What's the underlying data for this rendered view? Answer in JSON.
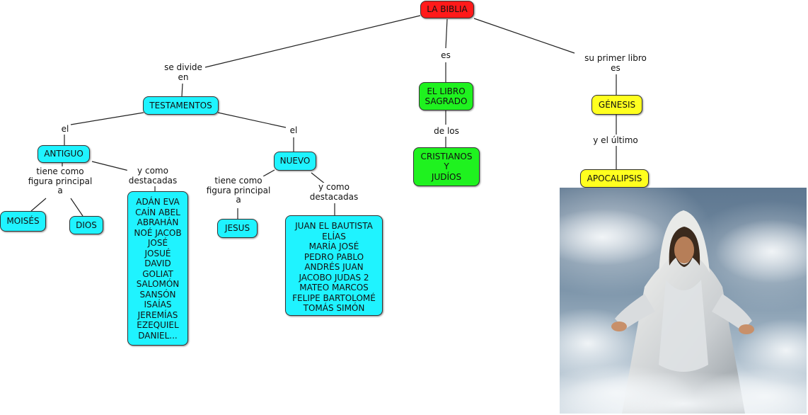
{
  "colors": {
    "red": "#ff1a1a",
    "cyan": "#1ff3ff",
    "green": "#1ff21f",
    "yellow": "#ffff1f",
    "line": "#222222"
  },
  "nodes": {
    "biblia": "LA BIBLIA",
    "testamentos": "TESTAMENTOS",
    "libro_sagrado": "EL LIBRO\nSAGRADO",
    "genesis": "GÉNESIS",
    "antiguo": "ANTIGUO",
    "nuevo": "NUEVO",
    "cristianos": "CRISTIANOS\nY\nJUDÍOS",
    "apocalipsis": "APOCALIPSIS",
    "moises": "MOISÉS",
    "dios": "DIOS",
    "jesus": "JESUS",
    "antiguo_list": "ADÁN EVA\nCAÍN ABEL\nABRAHÁN\nNOÉ JACOB\nJOSÉ\nJOSUÉ\nDAVID\nGOLIAT\nSALOMÓN\nSANSÓN\nISAÍAS\nJEREMÍAS\nEZEQUIEL\nDANIEL...",
    "nuevo_list": "JUAN EL BAUTISTA\nELÍAS\nMARÍA JOSÉ\nPEDRO PABLO\nANDRÉS JUAN\nJACOBO JUDAS 2\nMATEO MARCOS\nFELIPE BARTOLOMÉ\nTOMÁS SIMÓN"
  },
  "labels": {
    "se_divide": "se divide\nen",
    "es": "es",
    "primer_libro": "su primer libro\nes",
    "el_left": "el",
    "el_right": "el",
    "de_los": "de los",
    "y_el_ultimo": "y el último",
    "figura_antiguo": "tiene como\nfigura principal\na",
    "destacadas_antiguo": "y como\ndestacadas",
    "figura_nuevo": "tiene como\nfigura principal\na",
    "destacadas_nuevo": "y como\ndestacadas"
  },
  "picture": {
    "icon": "jesus-in-clouds-painting"
  }
}
